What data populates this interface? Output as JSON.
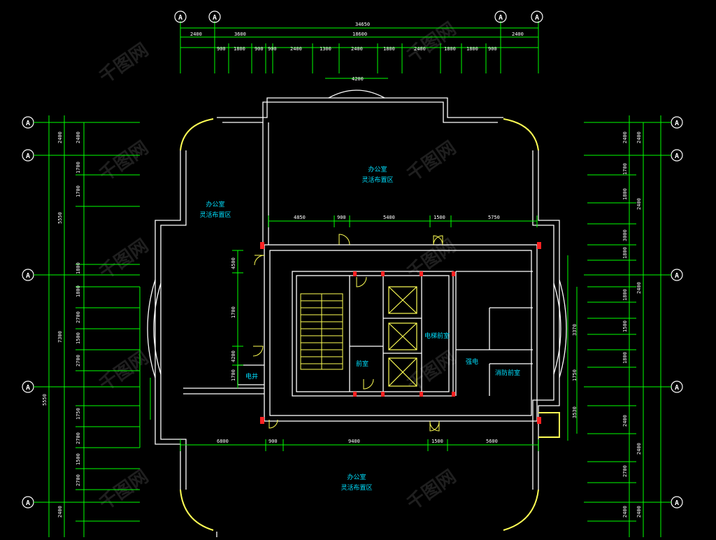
{
  "drawing": {
    "colors": {
      "background": "#000000",
      "wall": "#ffffff",
      "dimension": "#00ff00",
      "room_text": "#00e0ff",
      "door": "#ffff00",
      "column": "#ff0000",
      "curtain": "#ffff55"
    },
    "grid_bubble": "A",
    "top_dims": {
      "overall": "34650",
      "middle": "18600",
      "segments_outer": [
        "2400",
        "3600",
        "2400"
      ],
      "segments_inner": [
        "900",
        "1800",
        "900",
        "900",
        "2400",
        "1300",
        "2400",
        "1800",
        "2400",
        "1800",
        "1800",
        "900"
      ]
    },
    "bay_window_dim": "4200",
    "left_dims": {
      "segments_a": [
        "2400",
        "2400",
        "1700",
        "1700",
        "5550",
        "7300",
        "5550",
        "2400"
      ],
      "segments_b": [
        "1800",
        "1800",
        "2700",
        "1500",
        "2700",
        "1750",
        "2700",
        "1500",
        "2700"
      ]
    },
    "right_dims": {
      "segments_a": [
        "2400",
        "2400",
        "1700",
        "1800",
        "2400",
        "2400",
        "2400",
        "2400"
      ],
      "segments_b": [
        "3000",
        "1800",
        "1800",
        "1500",
        "1800",
        "2400",
        "2700",
        "2400"
      ]
    },
    "interior_dims": {
      "top": [
        "4850",
        "900",
        "5400",
        "1500",
        "5750"
      ],
      "bottom": [
        "6800",
        "900",
        "9400",
        "1500",
        "5600"
      ],
      "left_vertical": [
        "4500",
        "1700",
        "4200",
        "1700"
      ],
      "right_vertical": [
        "3370",
        "1750",
        "3530"
      ]
    },
    "rooms": [
      {
        "name": "办公室",
        "sub": "灵活布置区"
      },
      {
        "name": "办公室",
        "sub": "灵活布置区"
      },
      {
        "name": "办公室",
        "sub": "灵活布置区"
      },
      {
        "name": "电梯前室",
        "sub": ""
      },
      {
        "name": "前室",
        "sub": ""
      },
      {
        "name": "电井",
        "sub": ""
      },
      {
        "name": "强电",
        "sub": ""
      },
      {
        "name": "消防前室",
        "sub": ""
      }
    ],
    "watermark": "千图网"
  }
}
